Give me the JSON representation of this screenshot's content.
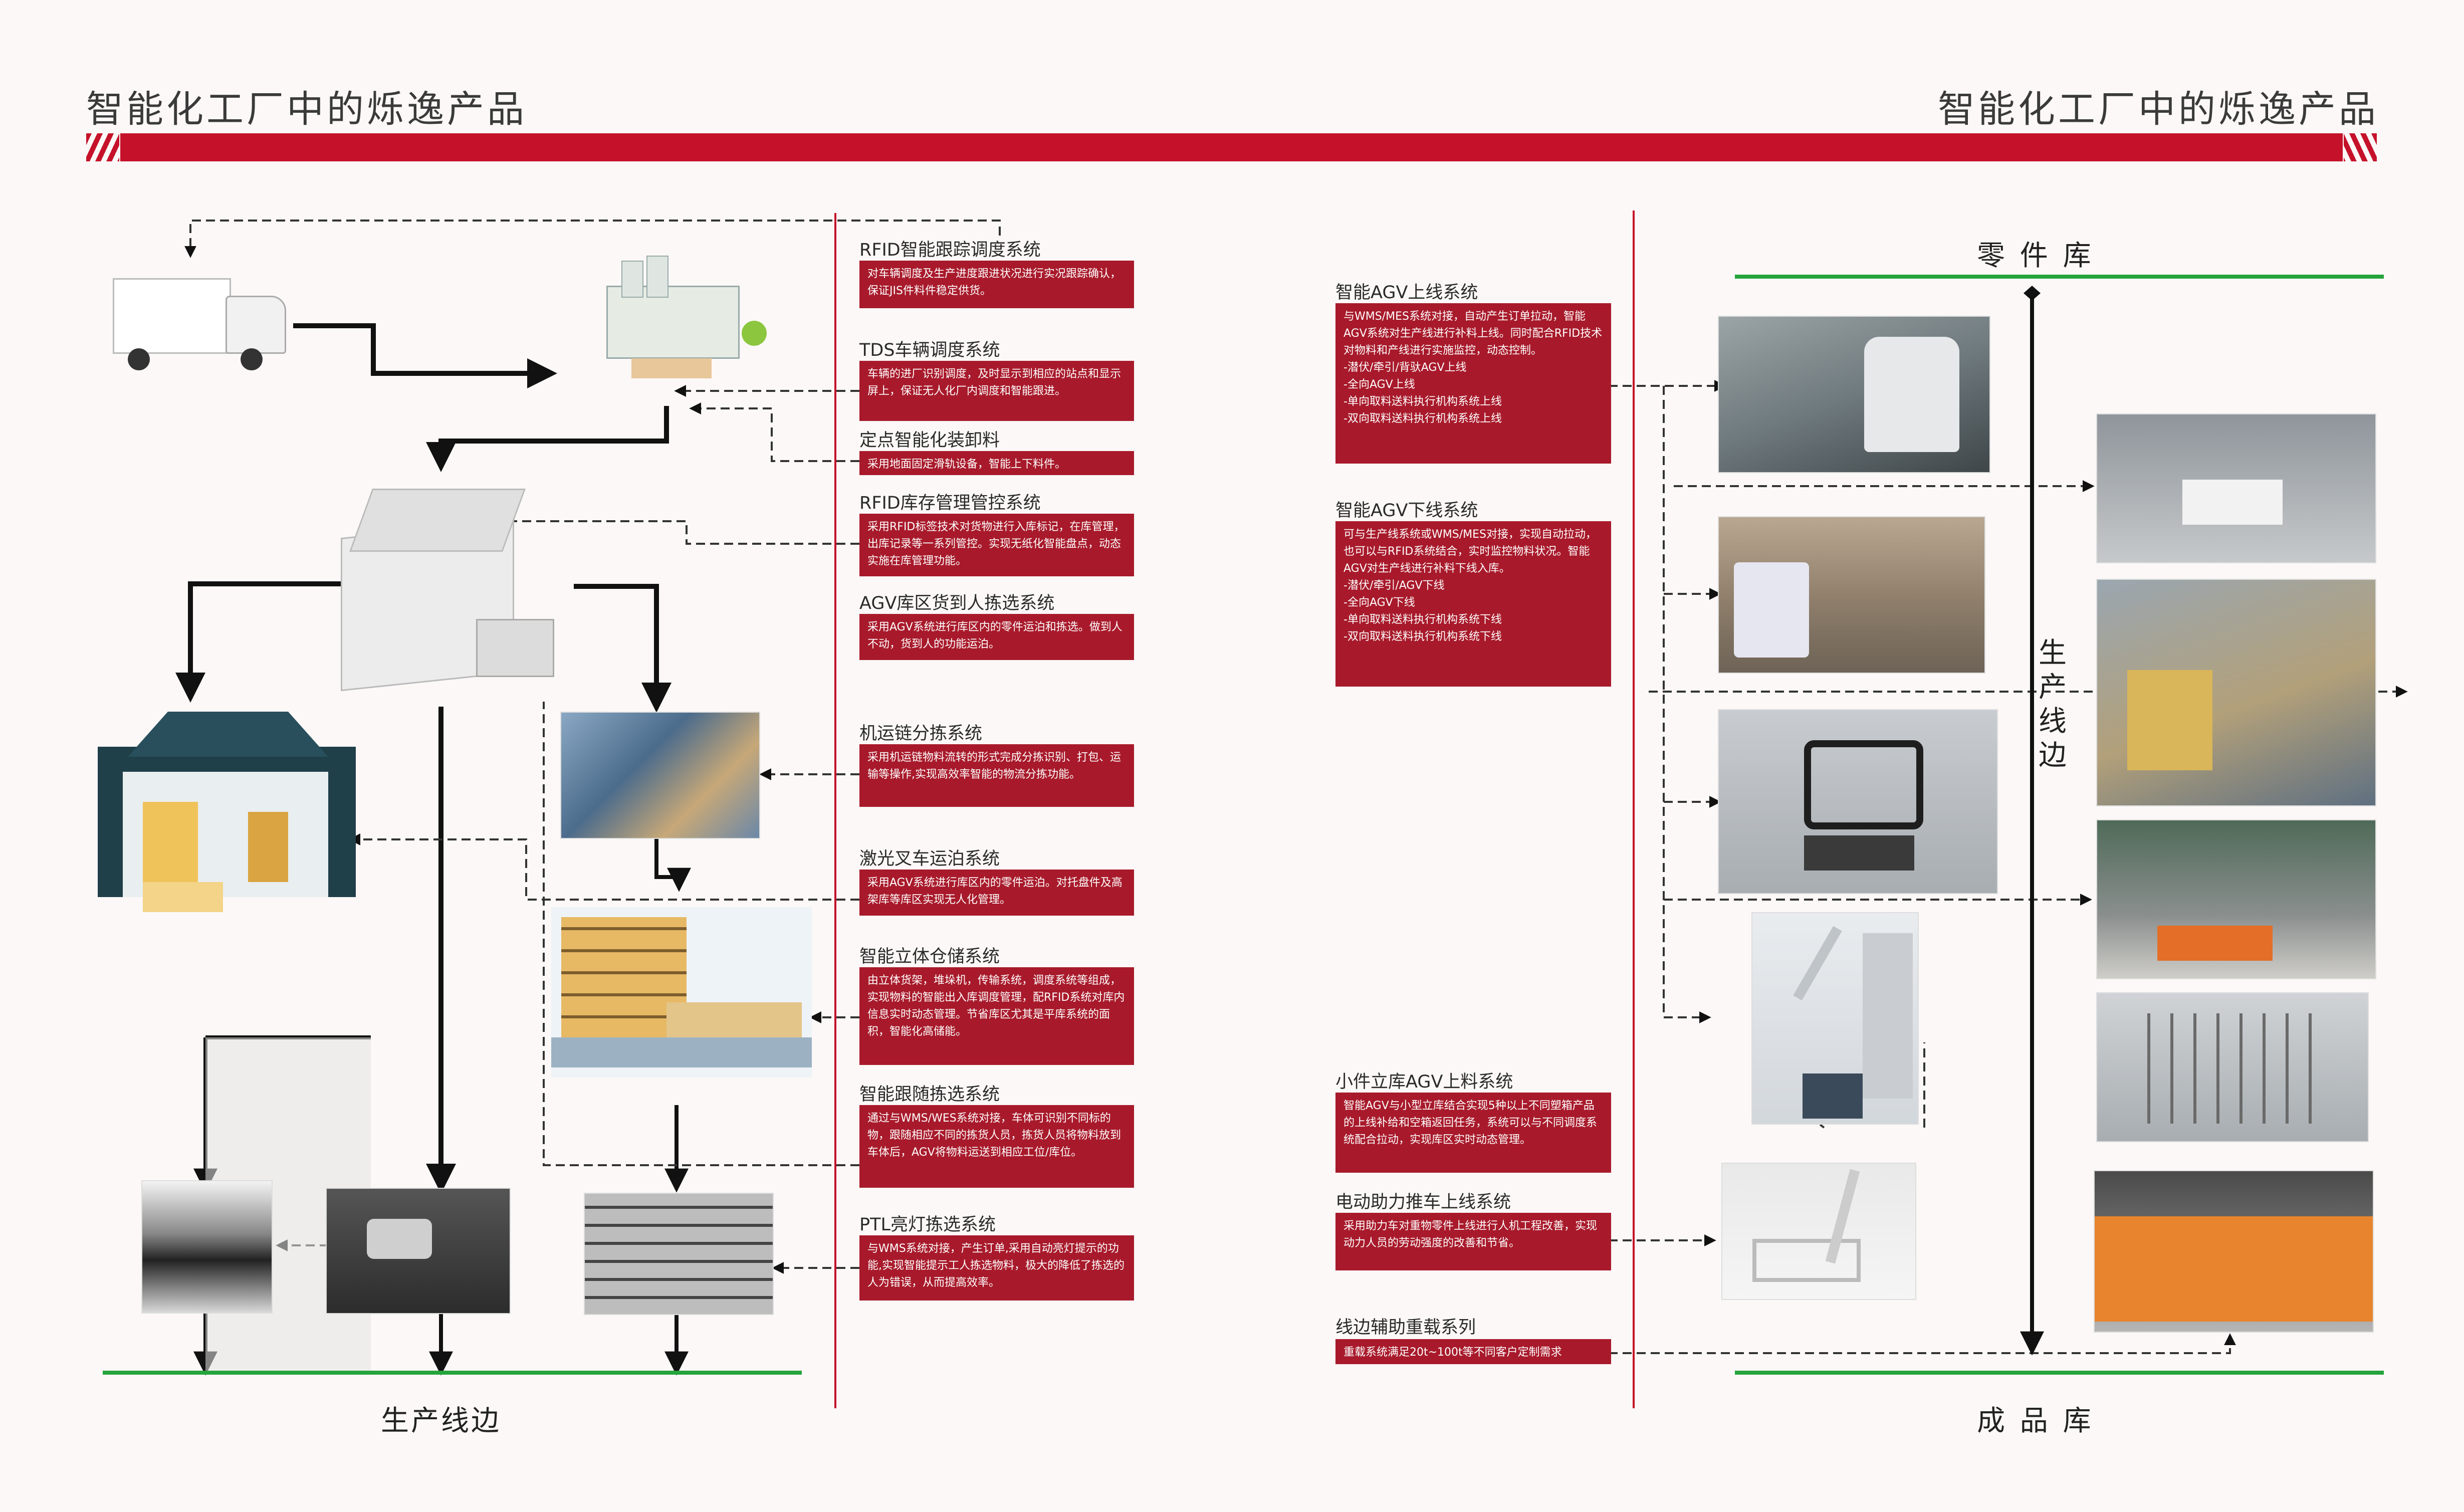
{
  "header": {
    "title_left": "智能化工厂中的烁逸产品",
    "title_right": "智能化工厂中的烁逸产品"
  },
  "left_systems": [
    {
      "title": "RFID智能跟踪调度系统",
      "desc": "对车辆调度及生产进度跟进状况进行实况跟踪确认，保证JIS件料件稳定供货。"
    },
    {
      "title": "TDS车辆调度系统",
      "desc": "车辆的进厂识别调度，及时显示到相应的站点和显示屏上，保证无人化厂内调度和智能跟进。"
    },
    {
      "title": "定点智能化装卸料",
      "desc": "采用地面固定滑轨设备，智能上下料件。"
    },
    {
      "title": "RFID库存管理管控系统",
      "desc": "采用RFID标签技术对货物进行入库标记，在库管理，出库记录等一系列管控。实现无纸化智能盘点，动态实施在库管理功能。"
    },
    {
      "title": "AGV库区货到人拣选系统",
      "desc": "采用AGV系统进行库区内的零件运泊和拣选。做到人不动，货到人的功能运泊。"
    },
    {
      "title": "机运链分拣系统",
      "desc": "采用机运链物料流转的形式完成分拣识别、打包、运输等操作,实现高效率智能的物流分拣功能。"
    },
    {
      "title": "激光叉车运泊系统",
      "desc": "采用AGV系统进行库区内的零件运泊。对托盘件及高架库等库区实现无人化管理。"
    },
    {
      "title": "智能立体仓储系统",
      "desc": "由立体货架，堆垛机，传输系统，调度系统等组成，实现物料的智能出入库调度管理，配RFID系统对库内信息实时动态管理。节省库区尤其是平库系统的面积，智能化高储能。"
    },
    {
      "title": "智能跟随拣选系统",
      "desc": "通过与WMS/WES系统对接，车体可识别不同标的物，跟随相应不同的拣货人员，拣货人员将物料放到车体后，AGV将物料运送到相应工位/库位。"
    },
    {
      "title": "PTL亮灯拣选系统",
      "desc": "与WMS系统对接，产生订单,采用自动亮灯提示的功能,实现智能提示工人拣选物料，极大的降低了拣选的人为错误，从而提高效率。"
    }
  ],
  "right_systems": [
    {
      "title": "智能AGV上线系统",
      "desc": "与WMS/MES系统对接，自动产生订单拉动，智能AGV系统对生产线进行补料上线。同时配合RFID技术对物料和产线进行实施监控，动态控制。",
      "items": [
        "-潜伏/牵引/背驮AGV上线",
        "-全向AGV上线",
        "-单向取料送料执行机构系统上线",
        "-双向取料送料执行机构系统上线"
      ]
    },
    {
      "title": "智能AGV下线系统",
      "desc": "可与生产线系统或WMS/MES对接，实现自动拉动，也可以与RFID系统结合，实时监控物料状况。智能AGV对生产线进行补料下线入库。",
      "items": [
        "-潜伏/牵引/AGV下线",
        "-全向AGV下线",
        "-单向取料送料执行机构系统下线",
        "-双向取料送料执行机构系统下线"
      ]
    },
    {
      "title": "小件立库AGV上料系统",
      "desc": "智能AGV与小型立库结合实现5种以上不同塑箱产品的上线补给和空箱返回任务，系统可以与不同调度系统配合拉动，实现库区实时动态管理。",
      "items": []
    },
    {
      "title": "电动助力推车上线系统",
      "desc": "采用助力车对重物零件上线进行人机工程改善，实现动力人员的劳动强度的改善和节省。",
      "items": []
    },
    {
      "title": "线边辅助重载系列",
      "desc": "重载系统满足20t~100t等不同客户定制需求",
      "items": []
    }
  ],
  "labels": {
    "parts_warehouse": "零 件 库",
    "production_line_vertical": [
      "生",
      "产",
      "线",
      "边"
    ],
    "production_line_bottom": "生产线边",
    "finished_goods": "成 品 库"
  },
  "colors": {
    "brand_red": "#c5122a",
    "box_red": "#a81a2b",
    "floor_green": "#25a43c",
    "background": "#fbf8f7"
  }
}
